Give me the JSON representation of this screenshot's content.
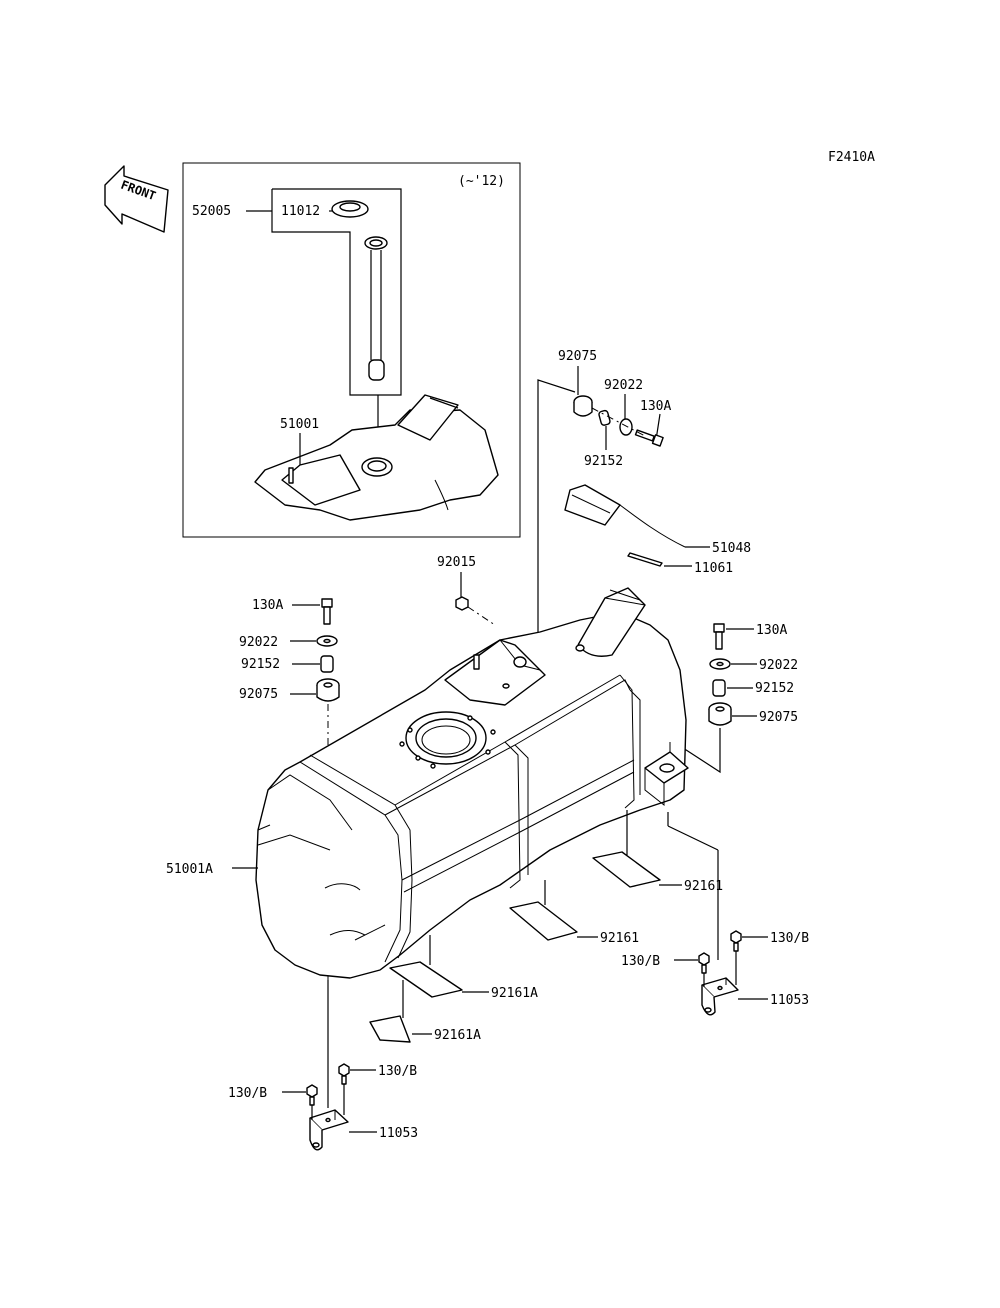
{
  "figure_code": "F2410A",
  "front_label": "FRONT",
  "inset": {
    "note": "(~'12)"
  },
  "callouts": {
    "c52005": "52005",
    "c11012": "11012",
    "c51001": "51001",
    "c92075_top": "92075",
    "c92022_top": "92022",
    "c130A_top": "130A",
    "c92152_top": "92152",
    "c51048": "51048",
    "c11061": "11061",
    "c92015": "92015",
    "c130A_left": "130A",
    "c92022_left": "92022",
    "c92152_left": "92152",
    "c92075_left": "92075",
    "c130A_right": "130A",
    "c92022_right": "92022",
    "c92152_right": "92152",
    "c92075_right": "92075",
    "c51001A": "51001A",
    "c92161_r": "92161",
    "c92161_m": "92161",
    "c92161A_1": "92161A",
    "c92161A_2": "92161A",
    "c130B_r1": "130/B",
    "c130B_r2": "130/B",
    "c11053_r": "11053",
    "c130B_l1": "130/B",
    "c130B_l2": "130/B",
    "c11053_l": "11053"
  }
}
